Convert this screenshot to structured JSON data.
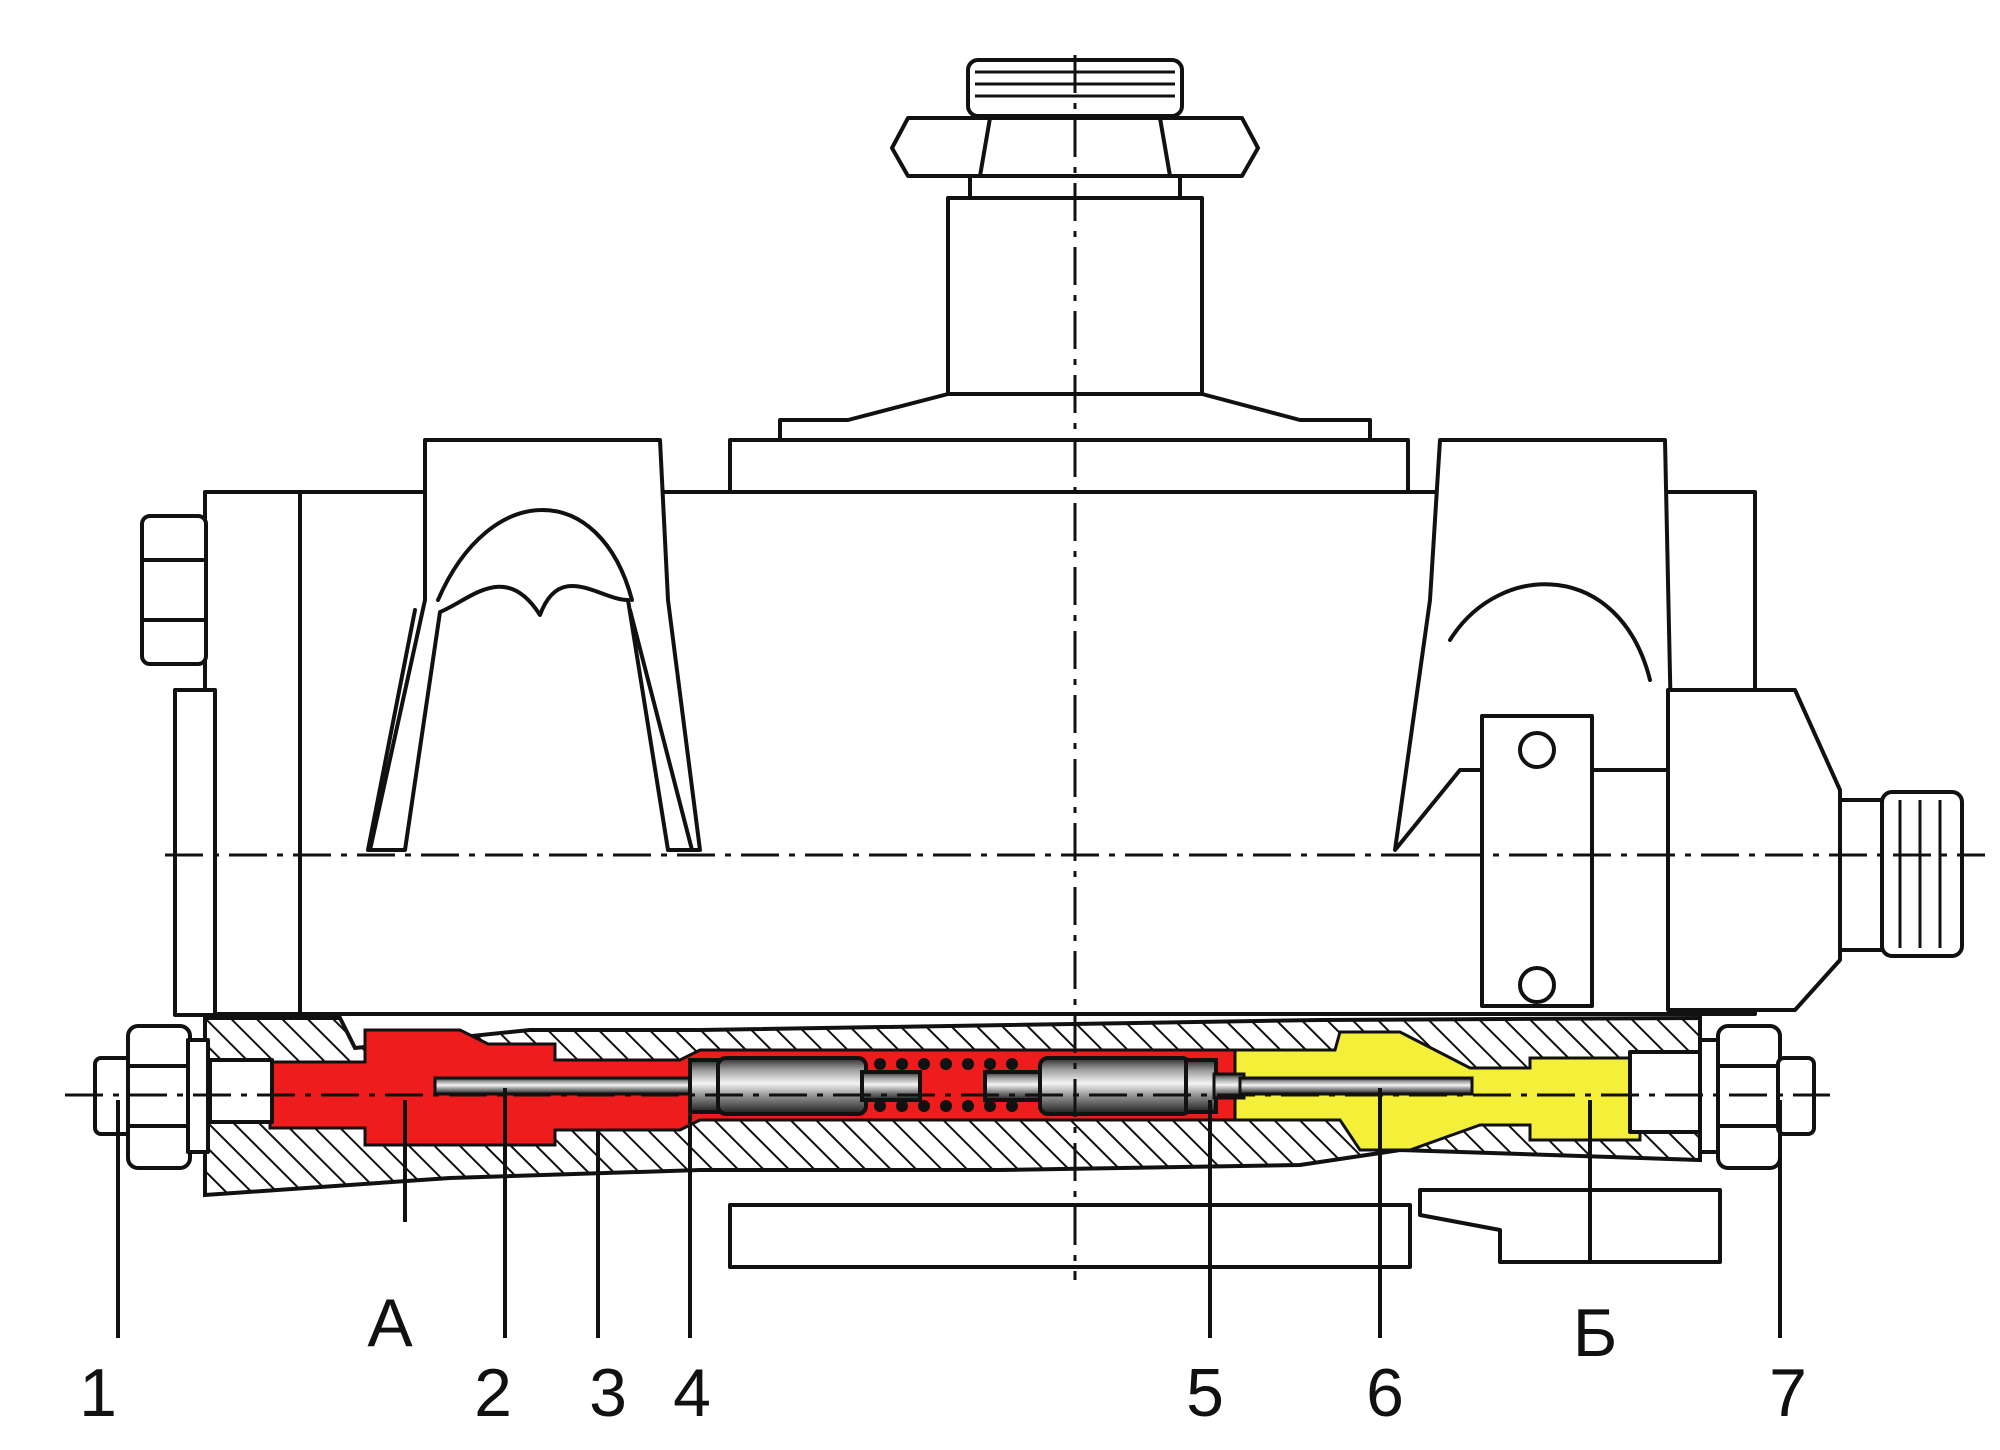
{
  "diagram": {
    "colors": {
      "chamber_a": "#ee1c1c",
      "chamber_b": "#f4f03a",
      "outline": "#111111",
      "background": "#ffffff"
    },
    "labels": {
      "part_1": "1",
      "part_2": "2",
      "part_3": "3",
      "part_4": "4",
      "part_5": "5",
      "part_6": "6",
      "part_7": "7",
      "chamber_a": "А",
      "chamber_b": "Б"
    }
  }
}
